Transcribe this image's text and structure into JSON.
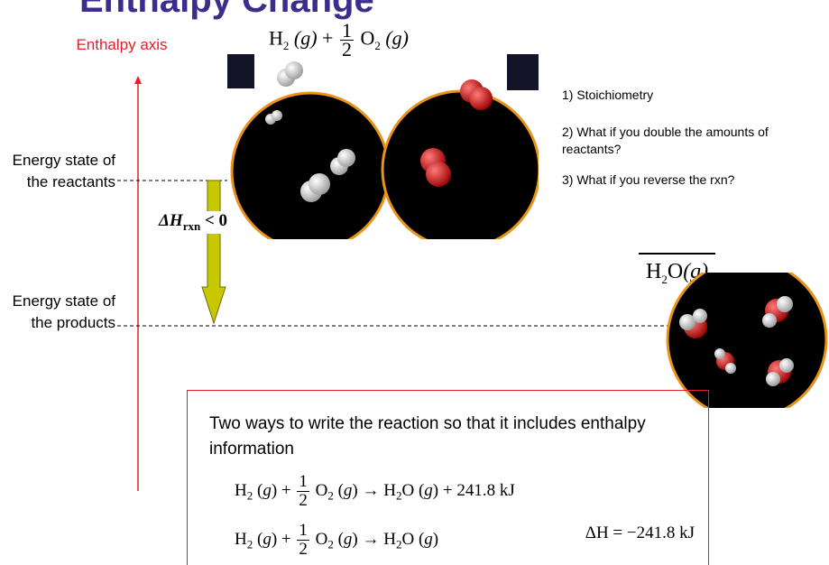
{
  "title": "Enthalpy Change",
  "axis_label": "Enthalpy axis",
  "reactants_label": "Energy state of the reactants",
  "products_label": "Energy state of the products",
  "delta_h": {
    "symbol": "ΔH",
    "sub": "rxn",
    "relation": "< 0"
  },
  "reactant_formula": {
    "h2": "H",
    "h2_sub": "2",
    "h2_phase": "(g)",
    "plus": "+",
    "num": "1",
    "den": "2",
    "o2": "O",
    "o2_sub": "2",
    "o2_phase": "(g)"
  },
  "product_formula": {
    "h": "H",
    "sub": "2",
    "rest": "O",
    "phase": "(g)"
  },
  "questions": [
    "1) Stoichiometry",
    "2) What if you double the amounts of reactants?",
    "3) What if you reverse the rxn?"
  ],
  "info": {
    "text": "Two ways to write the reaction so that it includes enthalpy information",
    "eq1_lhs": "H",
    "eq1_tail": "+ 241.8 kJ",
    "eq2_tail": "ΔH = −241.8 kJ"
  },
  "colors": {
    "title": "#3a2d8c",
    "axis": "#e0202a",
    "arrow_fill": "#c8c800",
    "hydrogen": "#f2f2f2",
    "oxygen": "#e02020"
  }
}
